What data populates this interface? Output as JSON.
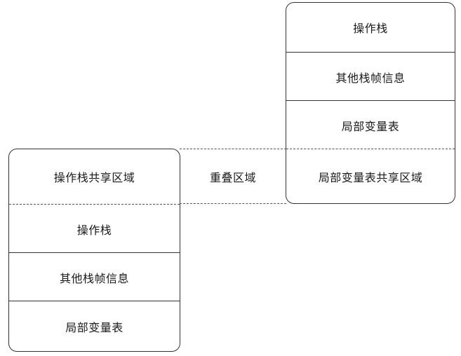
{
  "right_frame": {
    "rows": [
      "操作栈",
      "其他栈帧信息",
      "局部变量表",
      "局部变量表共享区域"
    ]
  },
  "left_frame": {
    "rows": [
      "操作栈共享区域",
      "操作栈",
      "其他栈帧信息",
      "局部变量表"
    ]
  },
  "overlap_label": "重叠区域"
}
